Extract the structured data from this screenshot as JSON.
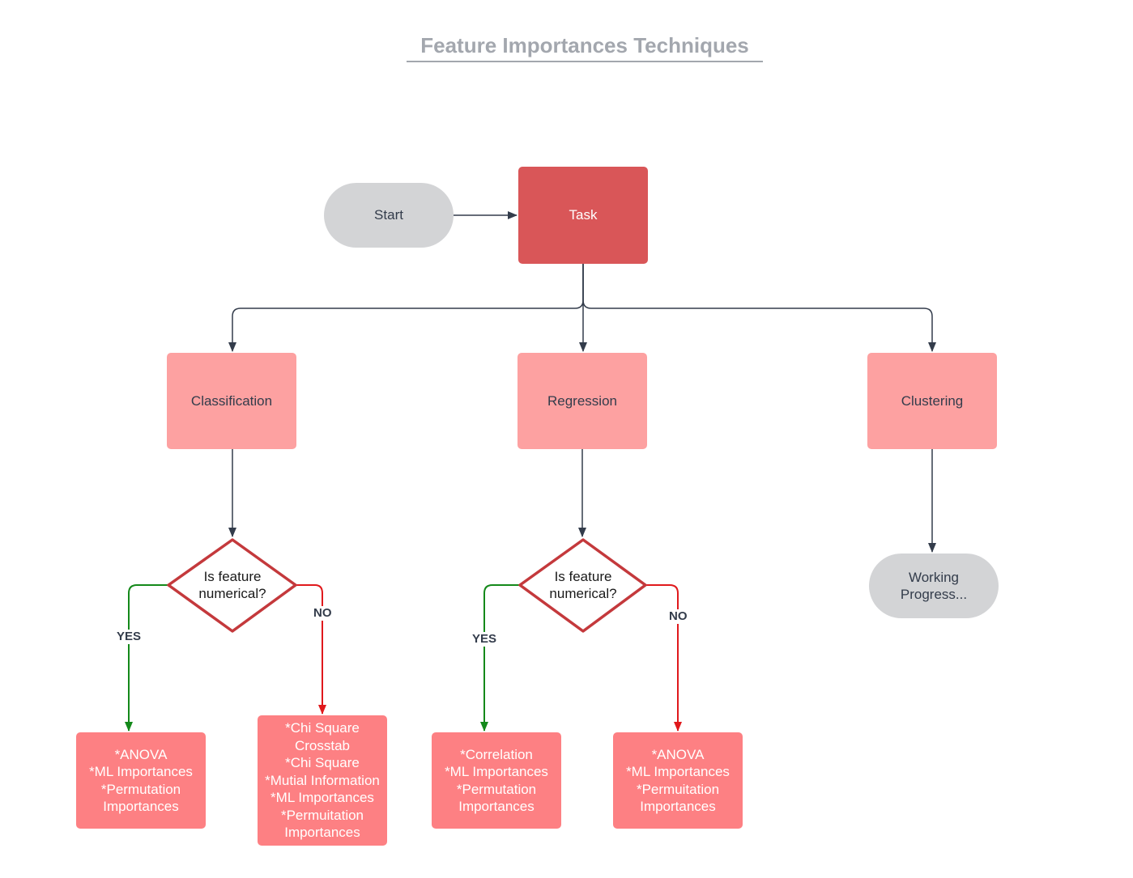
{
  "title": "Feature Importances Techniques",
  "colors": {
    "terminal": "#d3d4d6",
    "task": "#d95658",
    "category": "#fda1a1",
    "result": "#fd8083",
    "decision_border": "#c4393c",
    "yes_edge": "#14891a",
    "no_edge": "#e0191c",
    "default_edge": "#333c4b",
    "title": "#a3a7ae"
  },
  "nodes": {
    "start": "Start",
    "task": "Task",
    "classification": "Classification",
    "regression": "Regression",
    "clustering": "Clustering",
    "decision_classification": "Is feature\nnumerical?",
    "decision_regression": "Is feature\nnumerical?",
    "working_progress": "Working\nProgress...",
    "class_yes_result": "*ANOVA\n*ML Importances\n*Permutation\nImportances",
    "class_no_result": "*Chi Square\nCrosstab\n*Chi  Square\n*Mutial Information\n*ML  Importances\n*Permuitation\nImportances",
    "reg_yes_result": "*Correlation\n*ML Importances\n*Permutation\nImportances",
    "reg_no_result": "*ANOVA\n*ML  Importances\n*Permuitation\nImportances"
  },
  "edge_labels": {
    "class_yes": "YES",
    "class_no": "NO",
    "reg_yes": "YES",
    "reg_no": "NO"
  }
}
